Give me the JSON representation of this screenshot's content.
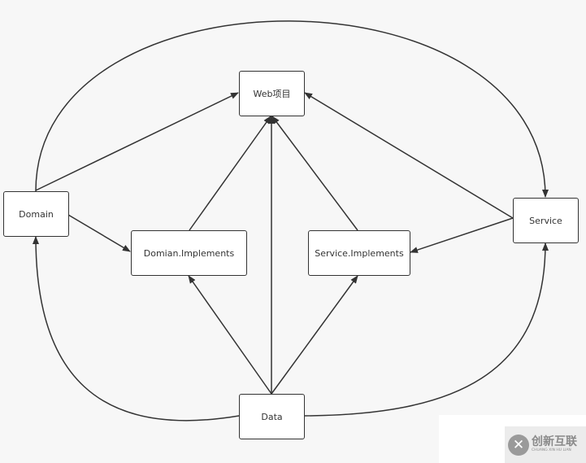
{
  "nodes": {
    "web": "Web项目",
    "domain": "Domain",
    "domain_impl": "Domian.Implements",
    "service_impl": "Service.Implements",
    "service": "Service",
    "data": "Data"
  },
  "edges": [
    {
      "from": "Domain",
      "to": "Service"
    },
    {
      "from": "Domain",
      "to": "Web项目"
    },
    {
      "from": "Domain",
      "to": "Domian.Implements"
    },
    {
      "from": "Domian.Implements",
      "to": "Web项目"
    },
    {
      "from": "Data",
      "to": "Web项目"
    },
    {
      "from": "Service.Implements",
      "to": "Web项目"
    },
    {
      "from": "Service",
      "to": "Web项目"
    },
    {
      "from": "Service",
      "to": "Service.Implements"
    },
    {
      "from": "Data",
      "to": "Domian.Implements"
    },
    {
      "from": "Data",
      "to": "Service.Implements"
    },
    {
      "from": "Data",
      "to": "Domain"
    },
    {
      "from": "Data",
      "to": "Service"
    }
  ],
  "watermark": {
    "title": "创新互联",
    "subtitle": "CHUANG XIN HU LIAN"
  },
  "colors": {
    "stroke": "#333333",
    "background": "#f7f7f7"
  }
}
